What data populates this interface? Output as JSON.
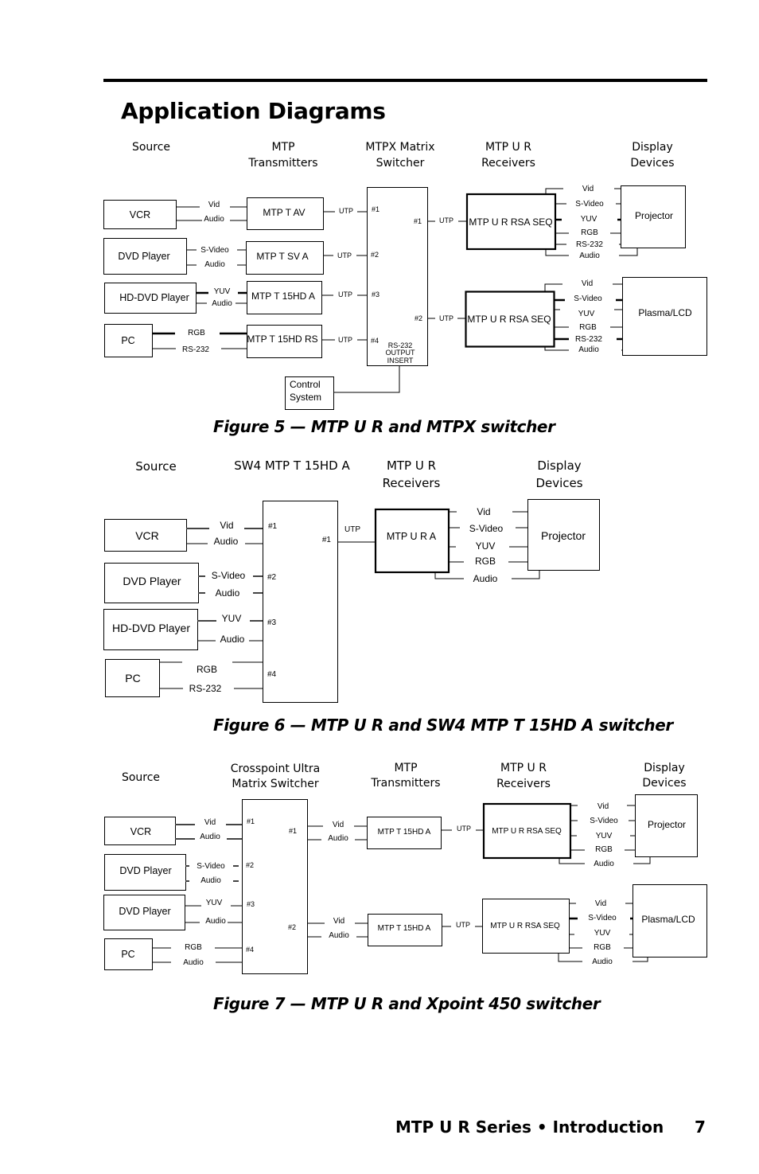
{
  "page": {
    "title": "Application Diagrams",
    "footer_text": "MTP U R Series • Introduction",
    "page_number": "7"
  },
  "figure5": {
    "caption": "Figure 5 —  MTP U R and MTPX switcher",
    "headers": {
      "source": "Source",
      "transmitters": [
        "MTP",
        "Transmitters"
      ],
      "switcher": [
        "MTPX Matrix",
        "Switcher"
      ],
      "receivers": [
        "MTP U R",
        "Receivers"
      ],
      "displays": [
        "Display",
        "Devices"
      ]
    },
    "sources": [
      {
        "name": "VCR",
        "signals": [
          "Vid",
          "Audio"
        ]
      },
      {
        "name": "DVD Player",
        "signals": [
          "S-Video",
          "Audio"
        ]
      },
      {
        "name": "HD-DVD Player",
        "signals": [
          "YUV",
          "Audio"
        ]
      },
      {
        "name": "PC",
        "signals": [
          "RGB",
          "RS-232"
        ]
      }
    ],
    "transmitters": [
      "MTP T AV",
      "MTP T SV A",
      "MTP T 15HD A",
      "MTP T 15HD RS"
    ],
    "utp_label": "UTP",
    "switcher_inputs": [
      "#1",
      "#2",
      "#3",
      "#4"
    ],
    "switcher_outputs": [
      "#1",
      "#2"
    ],
    "rs232_insert": [
      "RS-232",
      "OUTPUT",
      "INSERT"
    ],
    "control_system": [
      "Control",
      "System"
    ],
    "receivers": [
      "MTP U R RSA SEQ",
      "MTP U R RSA SEQ"
    ],
    "output_signals": [
      "Vid",
      "S-Video",
      "YUV",
      "RGB",
      "RS-232",
      "Audio"
    ],
    "displays": [
      "Projector",
      "Plasma/LCD"
    ]
  },
  "figure6": {
    "caption": "Figure 6 — MTP U R and SW4 MTP T 15HD A switcher",
    "headers": {
      "source": "Source",
      "switcher": "SW4 MTP T 15HD A",
      "receivers": [
        "MTP U R",
        "Receivers"
      ],
      "displays": [
        "Display",
        "Devices"
      ]
    },
    "sources": [
      {
        "name": "VCR",
        "signals": [
          "Vid",
          "Audio"
        ]
      },
      {
        "name": "DVD Player",
        "signals": [
          "S-Video",
          "Audio"
        ]
      },
      {
        "name": "HD-DVD Player",
        "signals": [
          "YUV",
          "Audio"
        ]
      },
      {
        "name": "PC",
        "signals": [
          "RGB",
          "RS-232"
        ]
      }
    ],
    "switcher_inputs": [
      "#1",
      "#2",
      "#3",
      "#4"
    ],
    "switcher_output": "#1",
    "utp_label": "UTP",
    "receiver": "MTP U R A",
    "output_signals": [
      "Vid",
      "S-Video",
      "YUV",
      "RGB",
      "Audio"
    ],
    "display": "Projector"
  },
  "figure7": {
    "caption": "Figure 7 — MTP U R and Xpoint 450 switcher",
    "headers": {
      "source": "Source",
      "switcher": [
        "Crosspoint Ultra",
        "Matrix Switcher"
      ],
      "transmitters": [
        "MTP",
        "Transmitters"
      ],
      "receivers": [
        "MTP U R",
        "Receivers"
      ],
      "displays": [
        "Display",
        "Devices"
      ]
    },
    "sources": [
      {
        "name": "VCR",
        "signals": [
          "Vid",
          "Audio"
        ]
      },
      {
        "name": "DVD Player",
        "signals": [
          "S-Video",
          "Audio"
        ]
      },
      {
        "name": "DVD Player",
        "signals": [
          "YUV",
          "Audio"
        ]
      },
      {
        "name": "PC",
        "signals": [
          "RGB",
          "Audio"
        ]
      }
    ],
    "switcher_inputs": [
      "#1",
      "#2",
      "#3",
      "#4"
    ],
    "switcher_outputs": [
      "#1",
      "#2"
    ],
    "switcher_output_signals": [
      "Vid",
      "Audio"
    ],
    "transmitters": [
      "MTP T 15HD A",
      "MTP T 15HD A"
    ],
    "utp_label": "UTP",
    "receivers": [
      "MTP U R RSA SEQ",
      "MTP U R RSA SEQ"
    ],
    "output_signals": [
      "Vid",
      "S-Video",
      "YUV",
      "RGB",
      "Audio"
    ],
    "displays": [
      "Projector",
      "Plasma/LCD"
    ]
  }
}
